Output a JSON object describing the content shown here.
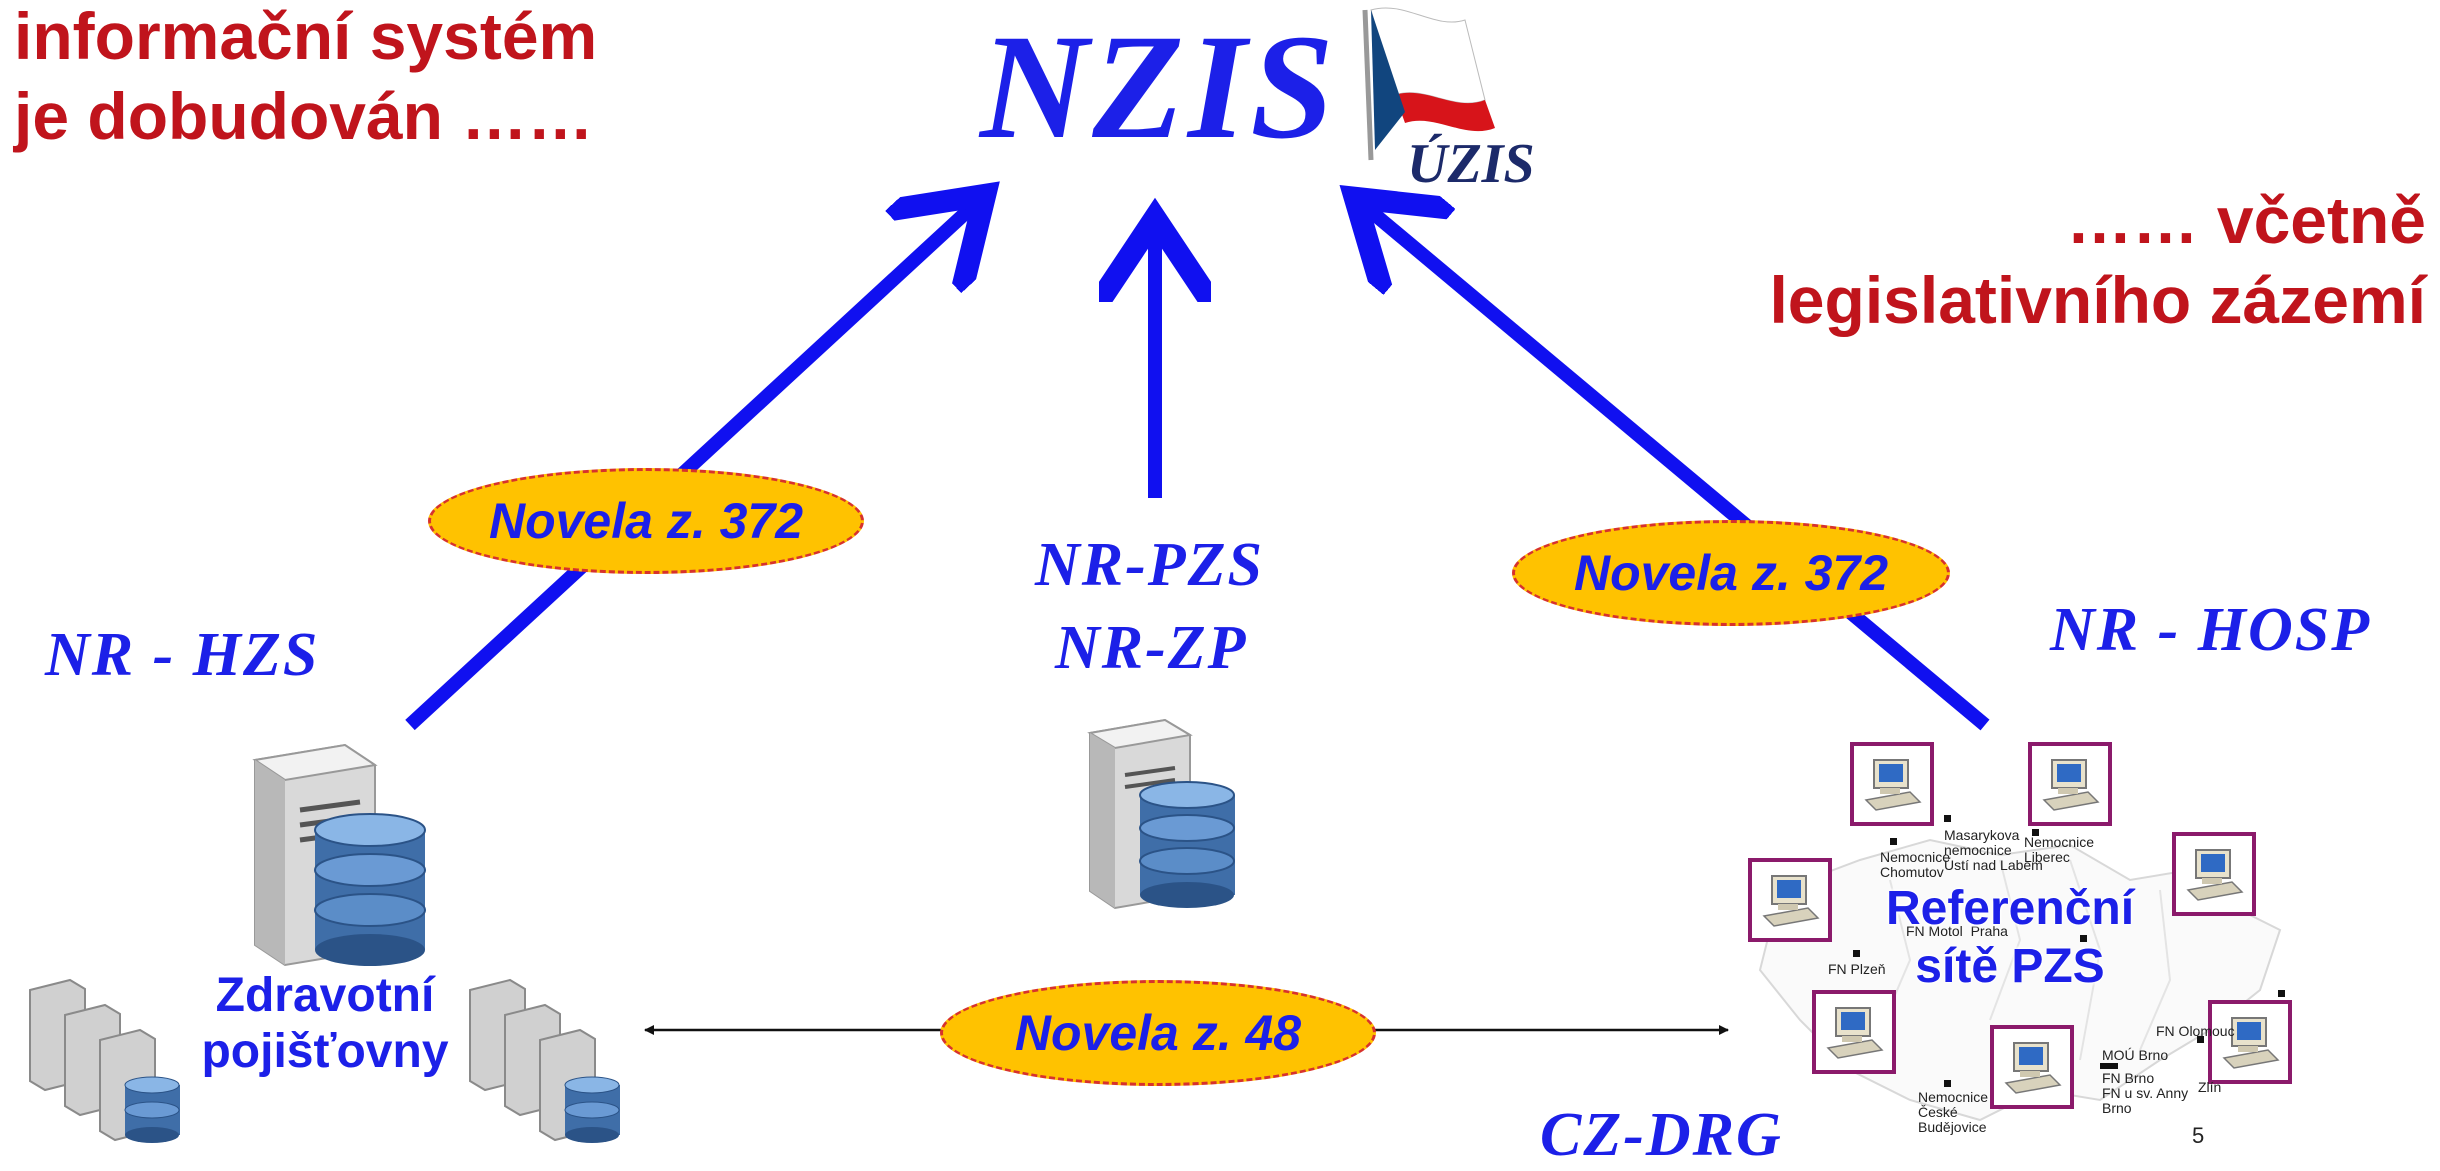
{
  "header": {
    "title_line1": "informační systém",
    "title_line2": "je dobudován ……",
    "right_line1": "…… včetně",
    "right_line2": "legislativního zázemí"
  },
  "logo": {
    "nzis": "NZIS",
    "uzis": "ÚZIS"
  },
  "labels": {
    "nr_hzs": "NR - HZS",
    "nr_pzs": "NR-PZS",
    "nr_zp": "NR-ZP",
    "nr_hosp": "NR - HOSP",
    "cz_drg": "CZ-DRG"
  },
  "ellipses": {
    "left": "Novela z. 372",
    "right": "Novela z. 372",
    "bottom": "Novela z. 48"
  },
  "insurers": {
    "line1": "Zdravotní",
    "line2": "pojišťovny"
  },
  "map": {
    "title_line1": "Referenční",
    "title_line2": "sítě PZS",
    "places": [
      "Masarykova",
      "nemocnice",
      "Ústí nad Labem",
      "Nemocnice",
      "Chomutov",
      "Nemocnice",
      "Liberec",
      "FN Motol",
      "Praha",
      "FN Plzeň",
      "MOÚ Brno",
      "FN Brno",
      "FN u sv. Anny",
      "Brno",
      "Nemocnice",
      "České",
      "Budějovice",
      "FN Olomouc",
      "Zlín",
      "5"
    ]
  },
  "colors": {
    "arrow": "#1010f0",
    "title_red": "#c0141c",
    "label_blue": "#1c20e8",
    "ellipse_fill": "#ffc200",
    "ellipse_border": "#d7322c",
    "frame": "#8b1a6b"
  }
}
